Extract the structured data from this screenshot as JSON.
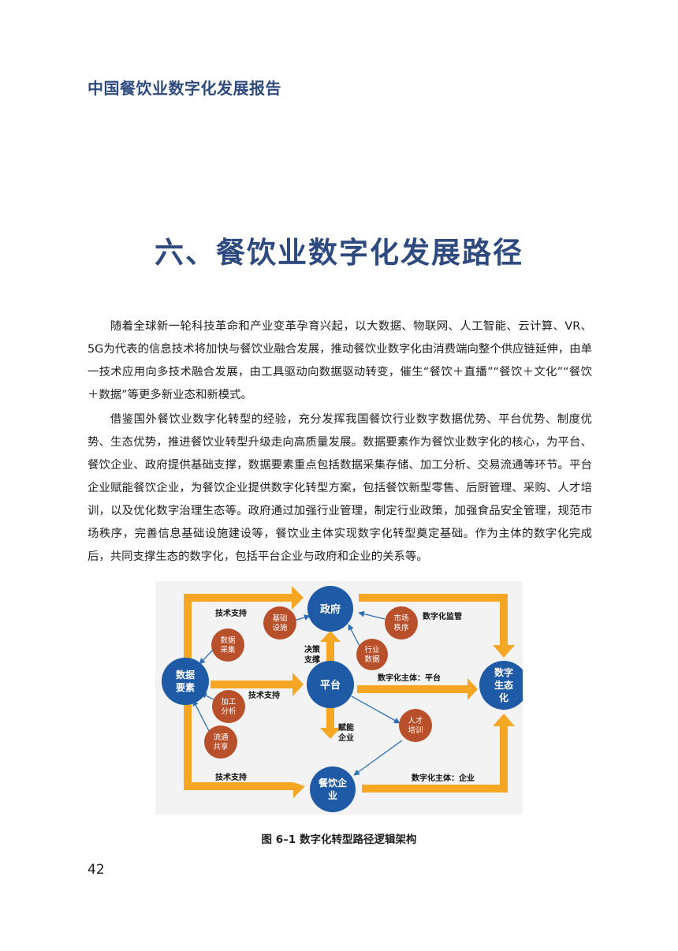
{
  "running_header": "中国餐饮业数字化发展报告",
  "chapter_title": "六、餐饮业数字化发展路径",
  "paragraphs": [
    "随着全球新一轮科技革命和产业变革孕育兴起，以大数据、物联网、人工智能、云计算、VR、5G为代表的信息技术将加快与餐饮业融合发展，推动餐饮业数字化由消费端向整个供应链延伸，由单一技术应用向多技术融合发展，由工具驱动向数据驱动转变，催生“餐饮＋直播”“餐饮＋文化”“餐饮＋数据”等更多新业态和新模式。",
    "借鉴国外餐饮业数字化转型的经验，充分发挥我国餐饮行业数字数据优势、平台优势、制度优势、生态优势，推进餐饮业转型升级走向高质量发展。数据要素作为餐饮业数字化的核心，为平台、餐饮企业、政府提供基础支撑，数据要素重点包括数据采集存储、加工分析、交易流通等环节。平台企业赋能餐饮企业，为餐饮企业提供数字化转型方案，包括餐饮新型零售、后厨管理、采购、人才培训，以及优化数字治理生态等。政府通过加强行业管理，制定行业政策，加强食品安全管理，规范市场秩序，完善信息基础设施建设等，餐饮业主体实现数字化转型奠定基础。作为主体的数字化完成后，共同支撑生态的数字化，包括平台企业与政府和企业的关系等。"
  ],
  "diagram": {
    "nodes": {
      "gov": "政府",
      "data_l1": "数据",
      "data_l2": "要素",
      "platform": "平台",
      "ecology_l1": "数字",
      "ecology_l2": "生态",
      "ecology_l3": "化",
      "enterprise_l1": "餐饮企",
      "enterprise_l2": "业",
      "infra_l1": "基础",
      "infra_l2": "设施",
      "market_l1": "市场",
      "market_l2": "秩序",
      "industry_l1": "行业",
      "industry_l2": "数据",
      "collect_l1": "数据",
      "collect_l2": "采集",
      "process_l1": "加工",
      "process_l2": "分析",
      "share_l1": "流通",
      "share_l2": "共享",
      "talent_l1": "人才",
      "talent_l2": "培训"
    },
    "labels": {
      "tech_top": "技术支持",
      "tech_mid": "技术支持",
      "tech_bottom": "技术支持",
      "decision_l1": "决策",
      "decision_l2": "支撑",
      "empower_l1": "赋能",
      "empower_l2": "企业",
      "digital_reg": "数字化监管",
      "subject_platform": "数字化主体：平台",
      "subject_enterprise": "数字化主体：企业"
    },
    "colors": {
      "primary_node": "#1f5aa6",
      "secondary_node": "#b8502b",
      "arrow": "#f5a623",
      "connector": "#2f6fb8"
    }
  },
  "figure_caption": "图 6–1 数字化转型路径逻辑架构",
  "page_number": "42"
}
